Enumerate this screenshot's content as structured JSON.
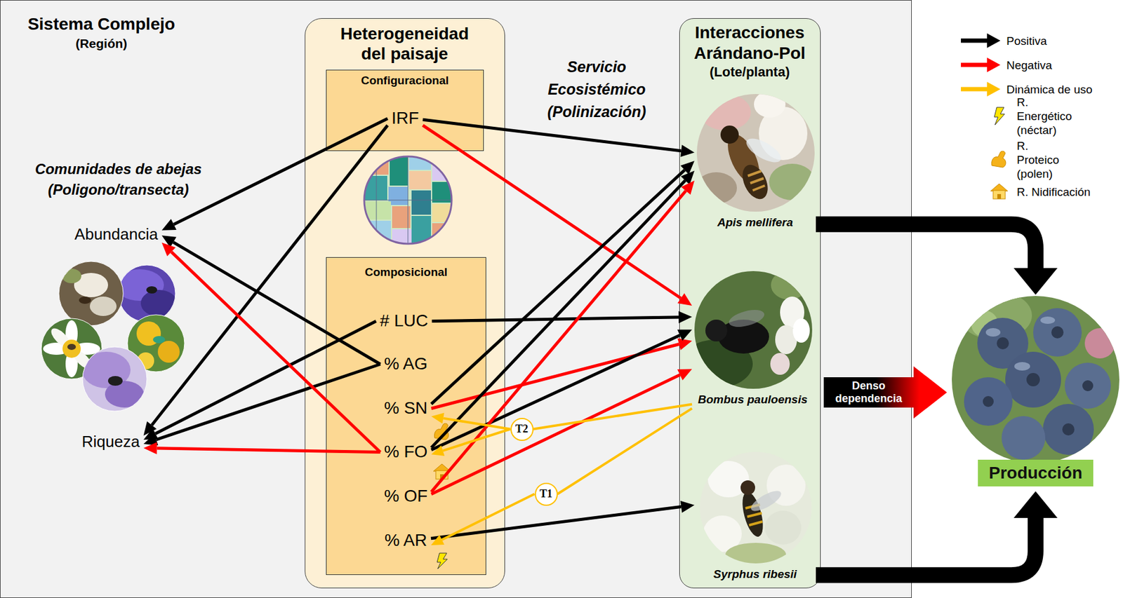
{
  "diagram": {
    "nodes": [
      {
        "text": [
          "Sistema Complejo",
          "(Región)"
        ]
      },
      {
        "text": [
          "Heterogeneidad del paisaje"
        ],
        "in": 0
      },
      {
        "text": [
          "Configuracional"
        ],
        "in": 1
      },
      {
        "text": [
          "IRF"
        ],
        "in": 2
      },
      {
        "text": [
          "Composicional"
        ],
        "in": 1
      },
      {
        "text": [
          "# LUC"
        ],
        "in": 4
      },
      {
        "text": [
          "% AG"
        ],
        "in": 4
      },
      {
        "text": [
          "% SN"
        ],
        "in": 4
      },
      {
        "text": [
          "% FO"
        ],
        "in": 4
      },
      {
        "text": [
          "% OF"
        ],
        "in": 4
      },
      {
        "text": [
          "% AR"
        ],
        "in": 4
      },
      {
        "text": [
          "Abundancia"
        ],
        "in": 0
      },
      {
        "text": [
          "Riqueza"
        ],
        "in": 0
      },
      {
        "text": [
          "Interacciones Arándano-Pol",
          "(Lote/planta)"
        ],
        "in": 0
      },
      {
        "text": [
          "Apis mellifera"
        ],
        "in": 13
      },
      {
        "text": [
          "Bombus pauloensis"
        ],
        "in": 13
      },
      {
        "text": [
          "Syrphus ribesii"
        ],
        "in": 13
      },
      {
        "text": [
          "T2"
        ],
        "in": 0
      },
      {
        "text": [
          "T1"
        ],
        "in": 0
      },
      {
        "text": [
          "Denso dependencia"
        ]
      },
      {
        "text": [
          "Producción"
        ]
      }
    ],
    "edges": [
      {
        "from": 3,
        "to": 11,
        "arrow": "to"
      },
      {
        "from": 3,
        "to": 12,
        "arrow": "to"
      },
      {
        "from": 3,
        "to": 14,
        "arrow": "to"
      },
      {
        "from": 3,
        "to": 15,
        "arrow": "to"
      },
      {
        "from": 5,
        "to": 12,
        "arrow": "to"
      },
      {
        "from": 5,
        "to": 15,
        "arrow": "to"
      },
      {
        "from": 6,
        "to": 11,
        "arrow": "to"
      },
      {
        "from": 6,
        "to": 12,
        "arrow": "to"
      },
      {
        "from": 8,
        "to": 11,
        "arrow": "to"
      },
      {
        "from": 8,
        "to": 12,
        "arrow": "to"
      },
      {
        "from": 7,
        "to": 14,
        "arrow": "to"
      },
      {
        "from": 7,
        "to": 15,
        "arrow": "to"
      },
      {
        "from": 8,
        "to": 14,
        "arrow": "to"
      },
      {
        "from": 8,
        "to": 15,
        "arrow": "to"
      },
      {
        "from": 9,
        "to": 14,
        "arrow": "to"
      },
      {
        "from": 9,
        "to": 15,
        "arrow": "to"
      },
      {
        "from": 10,
        "to": 16,
        "arrow": "to"
      },
      {
        "from": 15,
        "to": 17,
        "arrow": "none"
      },
      {
        "from": 17,
        "to": 7,
        "arrow": "to"
      },
      {
        "from": 17,
        "to": 8,
        "arrow": "to"
      },
      {
        "from": 15,
        "to": 18,
        "arrow": "none"
      },
      {
        "from": 18,
        "to": 10,
        "arrow": "to"
      },
      {
        "from": 14,
        "to": 20,
        "arrow": "to"
      },
      {
        "from": 16,
        "to": 20,
        "arrow": "to"
      }
    ],
    "labels": [
      "Comunidades de abejas (Poligono/transecta)",
      "Servicio Ecosistémico (Polinización)"
    ],
    "legend": [
      {
        "text": "Positiva"
      },
      {
        "text": "Negativa"
      },
      {
        "text": "Dinámica de uso"
      },
      {
        "text": "R. Energético (néctar)"
      },
      {
        "text": "R. Proteico (polen)"
      },
      {
        "text": "R. Nidificación"
      }
    ]
  }
}
